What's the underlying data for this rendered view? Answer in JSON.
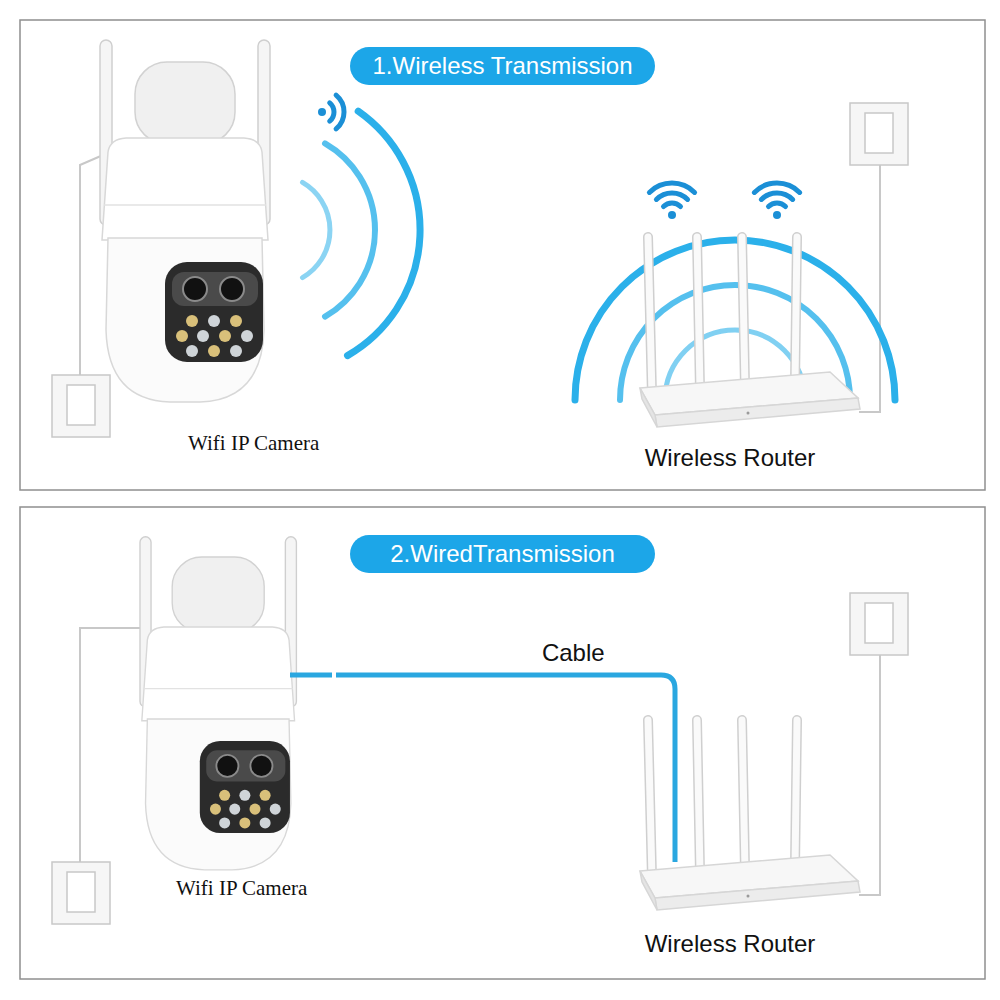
{
  "diagram": {
    "nodes": [
      {
        "text": [
          "1.Wireless Transmission"
        ]
      },
      {
        "text": [
          "Wifi IP Camera"
        ]
      },
      {
        "text": [
          "Wireless Router"
        ]
      },
      {
        "text": [
          "2.WiredTransmission"
        ]
      },
      {
        "text": [
          "Wifi IP Camera"
        ]
      },
      {
        "text": [
          "Wireless Router"
        ]
      }
    ],
    "edges": [
      {
        "from": 4,
        "to": 5,
        "arrow": "none",
        "label": "Cable"
      }
    ]
  }
}
